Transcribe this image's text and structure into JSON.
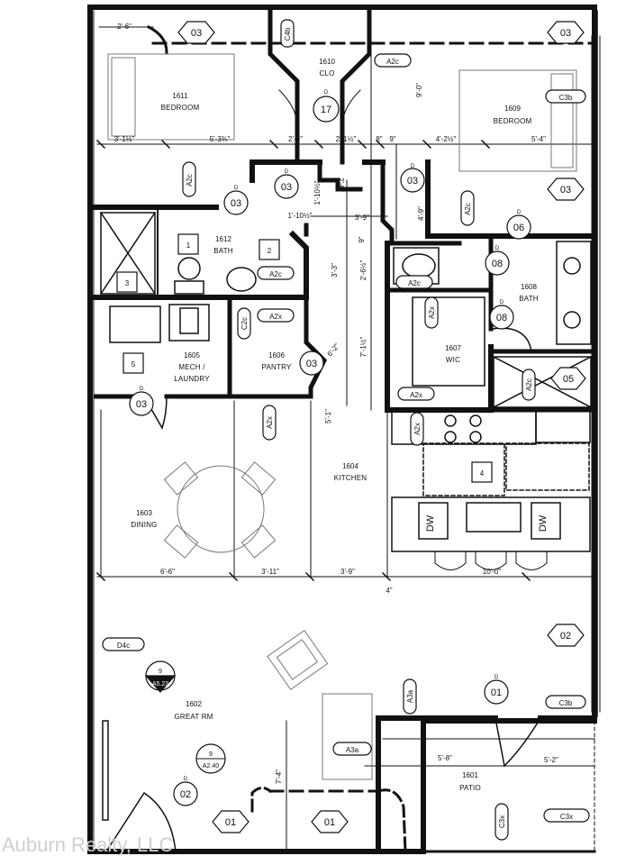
{
  "rooms": {
    "bedroom_1611": {
      "number": "1611",
      "name": "BEDROOM"
    },
    "clo_1610": {
      "number": "1610",
      "name": "CLO"
    },
    "bedroom_1609": {
      "number": "1609",
      "name": "BEDROOM"
    },
    "bath_1612": {
      "number": "1612",
      "name": "BATH"
    },
    "bath_1608": {
      "number": "1608",
      "name": "BATH"
    },
    "mech_1605": {
      "number": "1605",
      "name1": "MECH /",
      "name2": "LAUNDRY"
    },
    "pantry_1606": {
      "number": "1606",
      "name": "PANTRY"
    },
    "wic_1607": {
      "number": "1607",
      "name": "WIC"
    },
    "kitchen_1604": {
      "number": "1604",
      "name": "KITCHEN"
    },
    "dining_1603": {
      "number": "1603",
      "name": "DINING"
    },
    "great_1602": {
      "number": "1602",
      "name": "GREAT RM"
    },
    "patio_1601": {
      "number": "1601",
      "name": "PATIO"
    }
  },
  "dimensions": {
    "d_2_6": "2'-6\"",
    "d_3_1h": "3'-1½\"",
    "d_5_3": "5'-3¾\"",
    "d_2_5": "2'-5\"",
    "d_2_1": "2'-1½\"",
    "d_8": "8\"",
    "d_9": "9\"",
    "d_4_2": "4'-2½\"",
    "d_5_4": "5'-4\"",
    "d_9_0": "9'-0\"",
    "d_1_10": "1'-10½\"",
    "d_1_10b": "1'-10½\"",
    "d_3_9": "3'-9\"",
    "d_2_6b": "2'-6\"",
    "d_4_9": "4'-9\"",
    "d_9b": "9\"",
    "d_3_3": "3'-3\"",
    "d_2_6c": "2'-6½\"",
    "d_6_2": "6'-2\"",
    "d_7_1": "7'-1½\"",
    "d_5_1": "5'-1\"",
    "d_6_6": "6'-6\"",
    "d_3_11": "3'-11\"",
    "d_3_9b": "3'-9\"",
    "d_10_0": "10'-0\"",
    "d_4": "4\"",
    "d_7_4": "7'-4\"",
    "d_5_8": "5'-8\"",
    "d_5_2": "5'-2\""
  },
  "tags": {
    "a2c": "A2c",
    "a2x": "A2x",
    "c4b": "C4b",
    "c3b": "C3b",
    "c2c": "C2c",
    "c3x": "C3x",
    "d4c": "D4c",
    "a3a": "A3a",
    "cabinet_1": "1",
    "cabinet_2": "2",
    "cabinet_3": "3",
    "cabinet_4": "4",
    "cabinet_5": "5",
    "dw": "DW"
  },
  "doors": {
    "d": "D",
    "d03": "03",
    "d06": "06",
    "d08": "08",
    "d17": "17",
    "d02": "02",
    "d01": "01"
  },
  "windows": {
    "w03": "03",
    "w02": "02",
    "w05": "05",
    "w01": "01"
  },
  "sections": {
    "s1": {
      "num": "9",
      "sheet": "A5.23"
    },
    "s2": {
      "num": "9",
      "sheet": "A2.40"
    }
  },
  "watermark": "Auburn Realty, LLC"
}
